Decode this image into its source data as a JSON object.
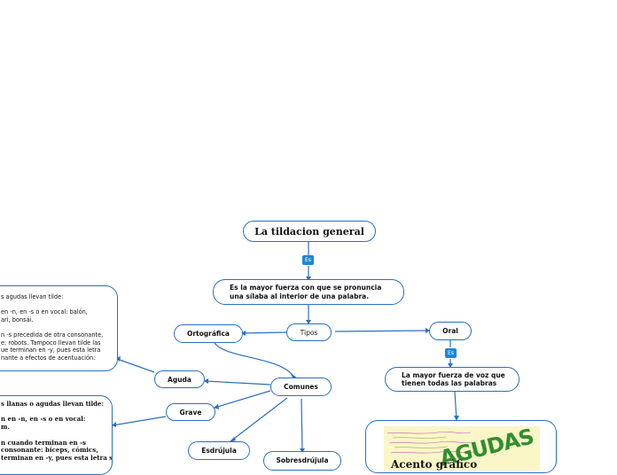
{
  "title": "La tildacion general",
  "definition": "Es la mayor fuerza con que se pronuncia\nuna sílaba al interior de una palabra.",
  "badge_label": "Es",
  "tipos": "Tipos",
  "ortografica": "Ortográfica",
  "oral": "Oral",
  "oral_definition": "La mayor fuerza de voz que\ntienen todas las palabras",
  "comunes": "Comunes",
  "aguda": "Aguda",
  "grave": "Grave",
  "esdrujula": "Esdrújula",
  "sobresdrujula": "Sobresdrújula",
  "note_agudas": "s agudas llevan tilde:\n\nen -n, en -s o en vocal: balón,\nari, bonsái.\n\nn -s precedida de otra consonante,\ne: robots. Tampoco llevan tilde las\nue terminan en -y, pues esta letra\nnante a efectos de acentuación:",
  "note_llanas": "s llanas o agudas llevan tilde:\n\nn en -n, en -s o en vocal:\nm.\n\nn cuando terminan en -s\nconsonante: bíceps, cómics,\nterminan en -y, pues esta letra se",
  "image_word": "AGUDAS",
  "image_caption": "Acento gráfico"
}
